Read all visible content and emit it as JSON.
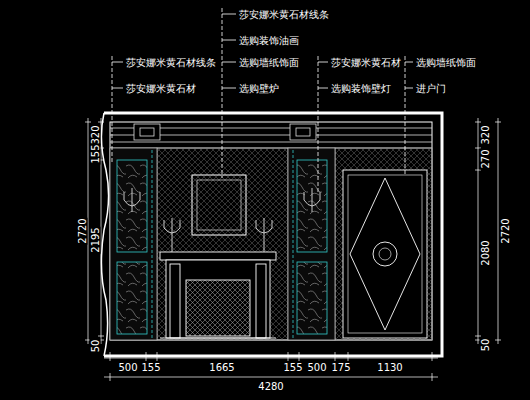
{
  "diagram": {
    "labels": [
      "莎安娜米黄石材线条",
      "选购装饰油画",
      "莎安娜米黄石材线条",
      "选购墙纸饰面",
      "莎安娜米黄石材",
      "选购墙纸饰面",
      "莎安娜米黄石材",
      "选购壁炉",
      "选购装饰壁灯",
      "进户门",
      "320",
      "155",
      "2195",
      "50",
      "2720",
      "320",
      "270",
      "2080",
      "50",
      "2720",
      "500",
      "155",
      "1665",
      "155",
      "500",
      "175",
      "1130",
      "4280"
    ]
  }
}
